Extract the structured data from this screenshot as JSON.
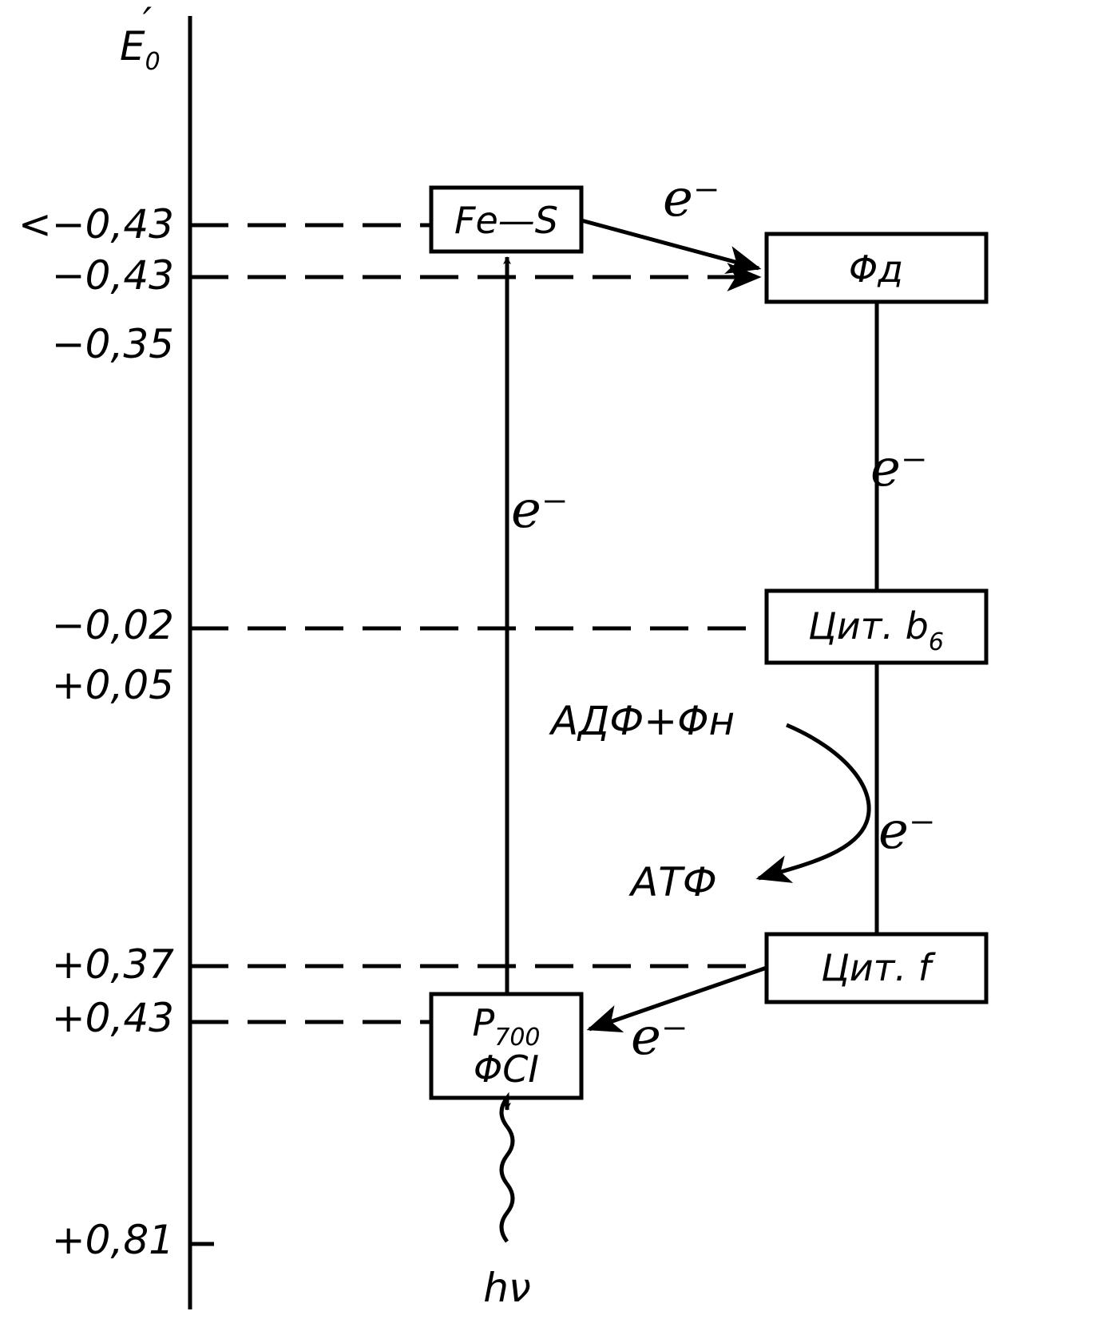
{
  "axis": {
    "label": "E",
    "label_sup": "′",
    "label_sub": "0"
  },
  "ticks": [
    "<−0,43",
    "−0,43",
    "−0,35",
    "−0,02",
    "+0,05",
    "+0,37",
    "+0,43",
    "+0,81"
  ],
  "boxes": {
    "fes": "Fe—S",
    "fd": "Φд",
    "cytb6": "Цит. b",
    "cytb6_sub": "6",
    "cytf": "Цит. f",
    "p700": "P",
    "p700_sub": "700",
    "p700_line2": "ΦCI"
  },
  "electron": "e⁻",
  "electron_label_upward": "e⁻",
  "phosphorylation": {
    "substrate": "АДФ+Φн",
    "product": "АТФ"
  },
  "light": "hν"
}
